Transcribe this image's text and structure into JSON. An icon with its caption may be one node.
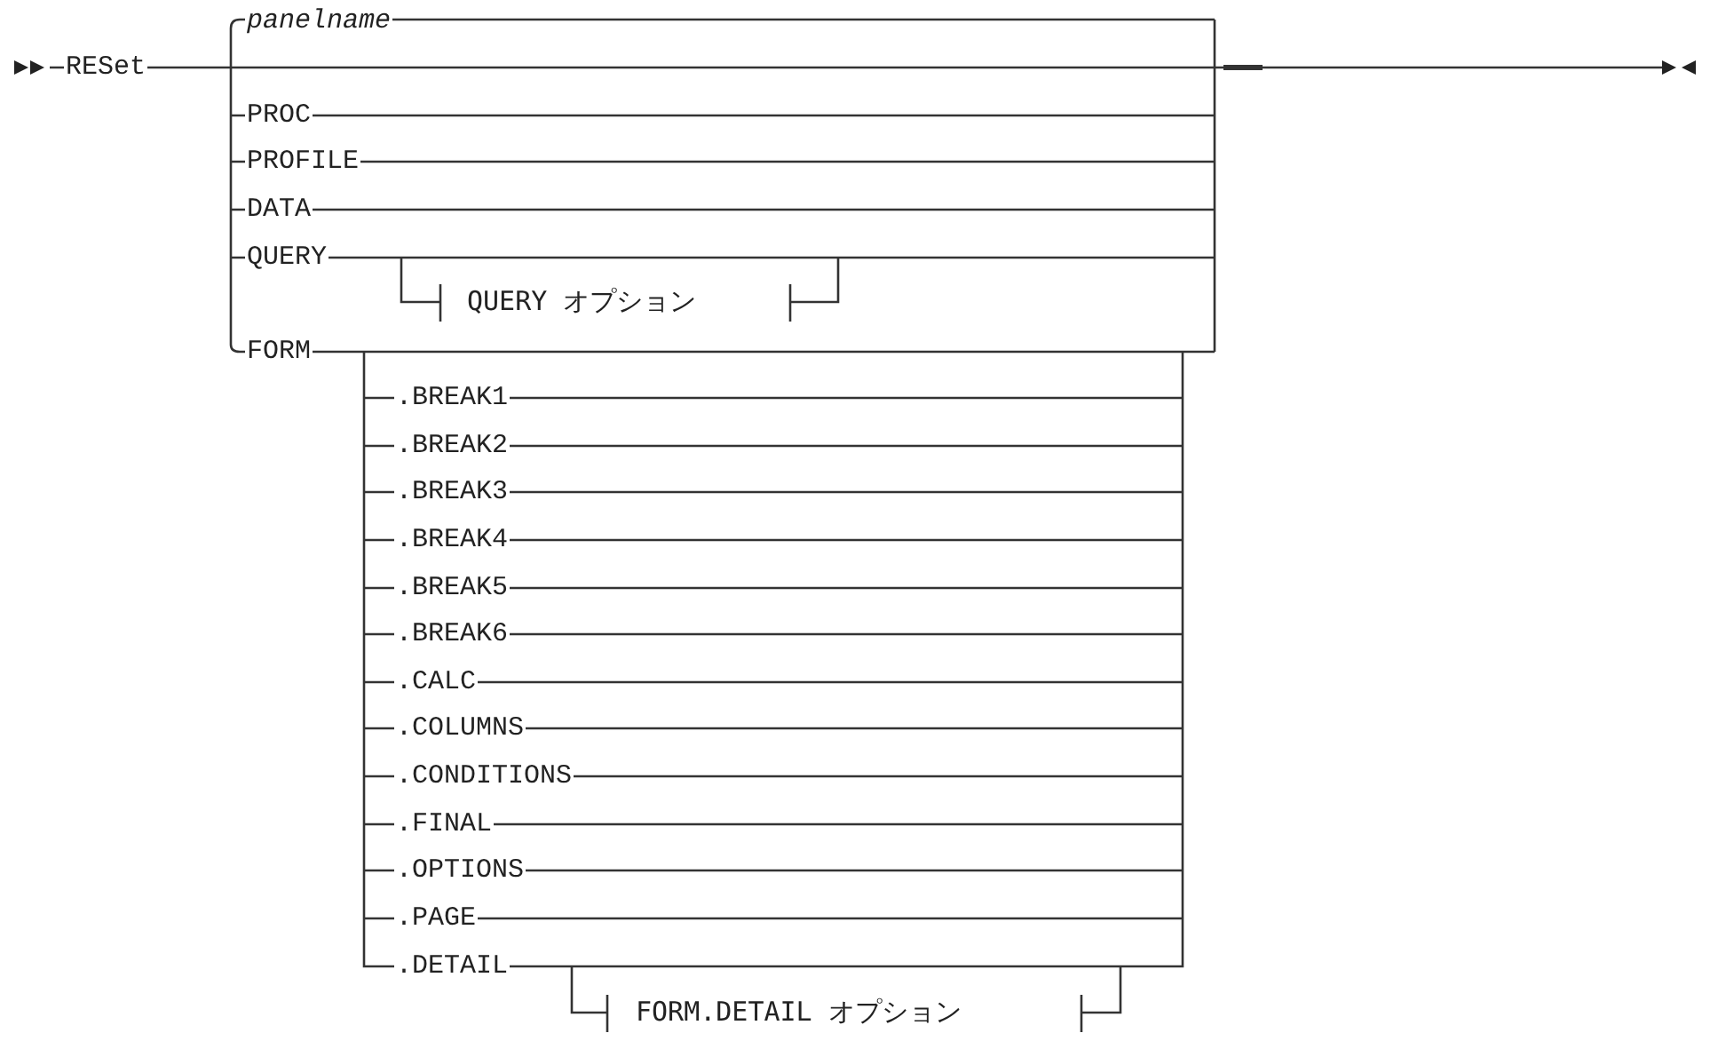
{
  "diagram": {
    "labels": [
      "RESet",
      "panelname",
      "PROC",
      "PROFILE",
      "DATA",
      "QUERY",
      "QUERY オプション",
      "FORM",
      ".BREAK1",
      ".BREAK2",
      ".BREAK3",
      ".BREAK4",
      ".BREAK5",
      ".BREAK6",
      ".CALC",
      ".COLUMNS",
      ".CONDITIONS",
      ".FINAL",
      ".OPTIONS",
      ".PAGE",
      ".DETAIL",
      "FORM.DETAIL オプション"
    ]
  }
}
